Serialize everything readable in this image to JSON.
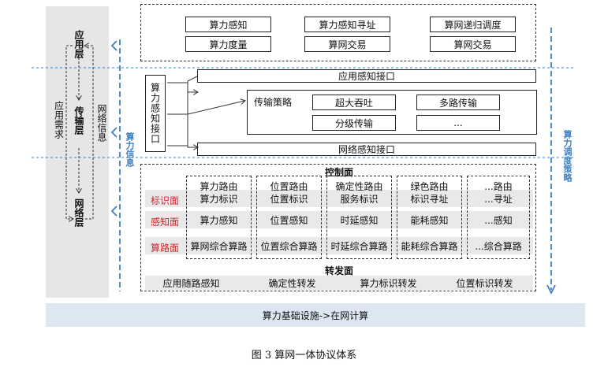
{
  "left_panel": {
    "layers": [
      "应用层",
      "传输层",
      "网络层"
    ],
    "app_demand": "应用需求",
    "net_info": "网络信息"
  },
  "side_labels": {
    "compute_info": "算力信息",
    "dispatch_strategy": "算力调度策略"
  },
  "top_section": {
    "row1": [
      "算力感知",
      "算力感知寻址",
      "算网递归调度"
    ],
    "row2": [
      "算力度量",
      "算网交易",
      "算网交易"
    ]
  },
  "transport_section": {
    "app_interface": "应用感知接口",
    "net_interface": "网络感知接口",
    "compute_interface": "算力感知接口",
    "strategy_label": "传输策略",
    "strategies": [
      "超大吞吐",
      "多路传输",
      "分级传输",
      "..."
    ]
  },
  "control_plane": {
    "title": "控制面",
    "row_labels": [
      "标识面",
      "感知面",
      "算路面"
    ],
    "columns": [
      {
        "header": "算力路由",
        "id": "算力标识",
        "sense": "算力感知",
        "route": "算网综合算路"
      },
      {
        "header": "位置路由",
        "id": "位置标识",
        "sense": "位置感知",
        "route": "位置综合算路"
      },
      {
        "header": "确定性路由",
        "id": "服务标识",
        "sense": "时延感知",
        "route": "时延综合算路"
      },
      {
        "header": "绿色路由",
        "id": "标识寻址",
        "sense": "能耗感知",
        "route": "能耗综合算路"
      },
      {
        "header": "...路由",
        "id": "...寻址",
        "sense": "...感知",
        "route": "...综合算路"
      }
    ]
  },
  "forwarding_plane": {
    "title": "转发面",
    "items": [
      "应用随路感知",
      "确定性转发",
      "算力标识转发",
      "位置标识转发"
    ]
  },
  "infrastructure": "算力基础设施->在网计算",
  "caption": "图 3 算网一体协议体系",
  "colors": {
    "accent_blue": "#3f7fc0",
    "red_label": "#d2282e",
    "bar_blue": "#dce7f1",
    "gray_row": "#e9e9e9"
  }
}
